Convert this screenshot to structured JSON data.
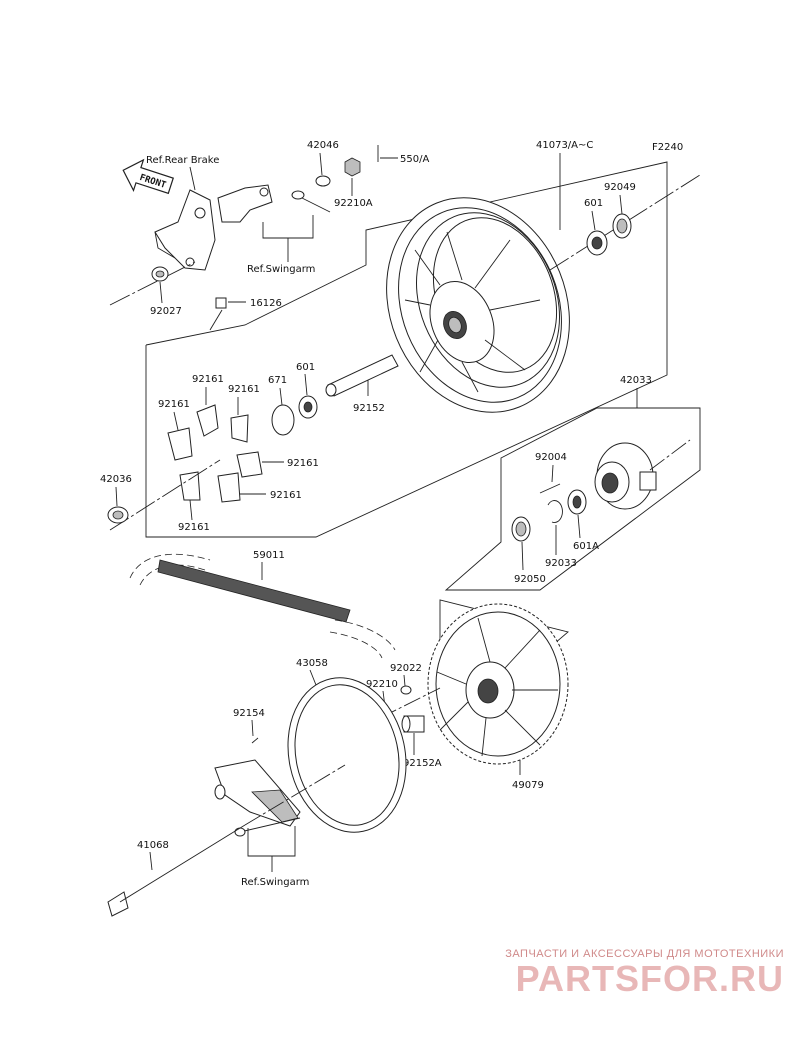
{
  "diagram_code": "F2240",
  "front_label": "FRONT",
  "refs": {
    "rear_brake": "Ref.Rear Brake",
    "swingarm_top": "Ref.Swingarm",
    "swingarm_bottom": "Ref.Swingarm"
  },
  "labels": {
    "p42046": "42046",
    "p550a": "550/A",
    "p92210a": "92210A",
    "p41073": "41073/A~C",
    "p92049": "92049",
    "p601_top": "601",
    "p92027": "92027",
    "p16126": "16126",
    "p92161_a": "92161",
    "p92161_b": "92161",
    "p92161_c": "92161",
    "p92161_d": "92161",
    "p92161_e": "92161",
    "p92161_f": "92161",
    "p671": "671",
    "p601_mid": "601",
    "p92152": "92152",
    "p42033_top": "42033",
    "p42036": "42036",
    "p92004": "92004",
    "p601a": "601A",
    "p92033": "92033",
    "p92050": "92050",
    "p59011": "59011",
    "p43058": "43058",
    "p92022": "92022",
    "p92210": "92210",
    "p92154": "92154",
    "p92152a": "92152A",
    "p49079": "49079",
    "p41068": "41068"
  },
  "watermark": {
    "subtitle": "ЗАПЧАСТИ И АКСЕССУАРЫ ДЛЯ МОТОТЕХНИКИ",
    "brand": "PARTSFOR.RU"
  }
}
